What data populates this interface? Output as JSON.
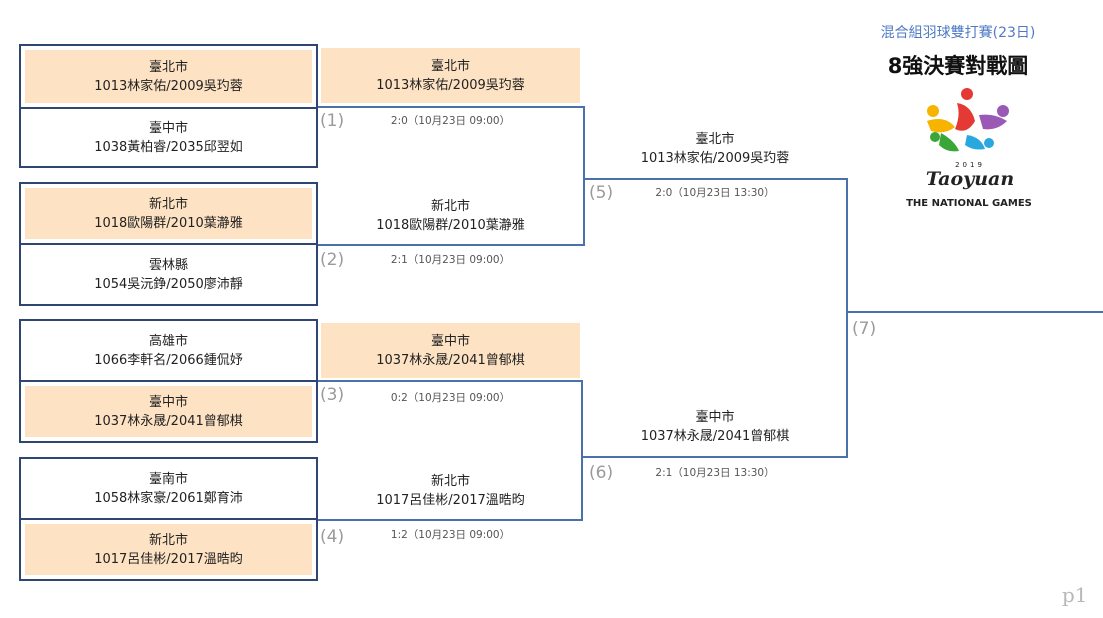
{
  "header": {
    "subtitle": "混合組羽球雙打賽(23日)",
    "title": "8強決賽對戰圖"
  },
  "logo": {
    "year": "2019",
    "wordmark": "Taoyuan",
    "tagline": "THE NATIONAL GAMES",
    "colors": [
      "#e53935",
      "#f6b400",
      "#3aa637",
      "#9b59b6",
      "#29a8e0"
    ]
  },
  "round1": [
    {
      "city": "臺北市",
      "players": "1013林家佑/2009吳玓蓉",
      "winner": true
    },
    {
      "city": "臺中市",
      "players": "1038黃柏睿/2035邱翌如",
      "winner": false
    },
    {
      "city": "新北市",
      "players": "1018歐陽群/2010葉瀞雅",
      "winner": true
    },
    {
      "city": "雲林縣",
      "players": "1054吳沅錚/2050廖沛靜",
      "winner": false
    },
    {
      "city": "高雄市",
      "players": "1066李軒名/2066鍾侃妤",
      "winner": false
    },
    {
      "city": "臺中市",
      "players": "1037林永晟/2041曾郁棋",
      "winner": true
    },
    {
      "city": "臺南市",
      "players": "1058林家豪/2061鄭育沛",
      "winner": false
    },
    {
      "city": "新北市",
      "players": "1017呂佳彬/2017溫晧昀",
      "winner": true
    }
  ],
  "round2": [
    {
      "city": "臺北市",
      "players": "1013林家佑/2009吳玓蓉",
      "highlight": true
    },
    {
      "city": "新北市",
      "players": "1018歐陽群/2010葉瀞雅",
      "highlight": false
    },
    {
      "city": "臺中市",
      "players": "1037林永晟/2041曾郁棋",
      "highlight": true
    },
    {
      "city": "新北市",
      "players": "1017呂佳彬/2017溫晧昀",
      "highlight": false
    }
  ],
  "semis": [
    {
      "city": "臺北市",
      "players": "1013林家佑/2009吳玓蓉"
    },
    {
      "city": "臺中市",
      "players": "1037林永晟/2041曾郁棋"
    }
  ],
  "matches": [
    {
      "no": "(1)",
      "score": "2:0（10月23日 09:00）"
    },
    {
      "no": "(2)",
      "score": "2:1（10月23日 09:00）"
    },
    {
      "no": "(3)",
      "score": "0:2（10月23日 09:00）"
    },
    {
      "no": "(4)",
      "score": "1:2（10月23日 09:00）"
    },
    {
      "no": "(5)",
      "score": "2:0（10月23日 13:30）"
    },
    {
      "no": "(6)",
      "score": "2:1（10月23日 13:30）"
    },
    {
      "no": "(7)",
      "score": ""
    }
  ],
  "page_label": "p1"
}
